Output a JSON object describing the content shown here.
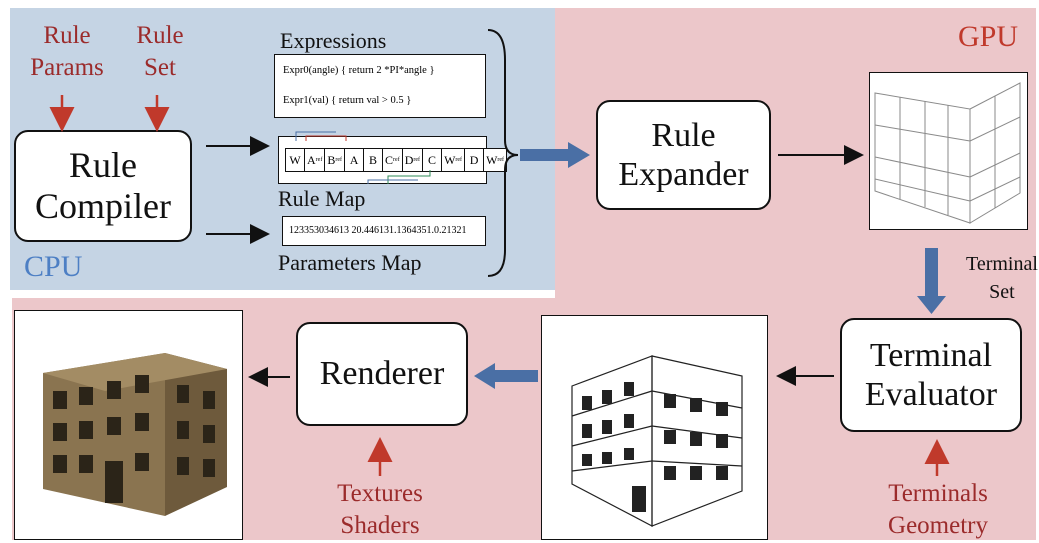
{
  "regions": {
    "cpu_label": "CPU",
    "gpu_label": "GPU"
  },
  "inputs": {
    "rule_params": "Rule\nParams",
    "rule_set": "Rule\nSet",
    "textures_shaders": "Textures\nShaders",
    "terminals_geometry": "Terminals\nGeometry"
  },
  "nodes": {
    "rule_compiler": "Rule\nCompiler",
    "rule_expander": "Rule\nExpander",
    "terminal_evaluator": "Terminal\nEvaluator",
    "renderer": "Renderer"
  },
  "expressions": {
    "title": "Expressions",
    "expr0": "Expr0(angle) { return 2 *PI*angle }",
    "expr1": "Expr1(val) { return val > 0.5 }"
  },
  "rule_map": {
    "caption": "Rule Map",
    "cells": [
      "W",
      "A",
      "B",
      "A",
      "B",
      "C",
      "D",
      "C",
      "W",
      "D",
      "W"
    ],
    "subscripts": [
      "",
      "ref",
      "ref",
      "",
      "",
      "ref",
      "ref",
      "",
      "ref",
      "",
      "ref"
    ]
  },
  "parameters_map": {
    "caption": "Parameters Map",
    "value": "123353034613 20.446131.1364351.0.21321"
  },
  "edges": {
    "terminal_set": "Terminal\nSet"
  },
  "colors": {
    "cpu_bg": "#c5d4e4",
    "gpu_bg": "#ecc7ca",
    "cpu_text": "#4d7fc4",
    "gpu_text": "#c0392b",
    "input_text": "#9b2b2b",
    "input_arrow": "#c0392b",
    "flow_arrow": "#4a6fa5"
  }
}
